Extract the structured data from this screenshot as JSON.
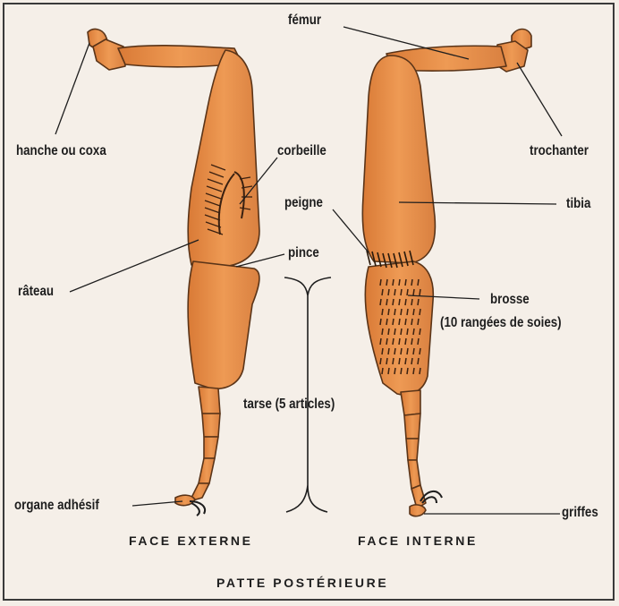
{
  "colors": {
    "leg_fill": "#e8924a",
    "leg_stroke": "#5a3418",
    "text": "#1e1e1e",
    "background": "#f5efe8"
  },
  "labels": {
    "femur": "fémur",
    "hanche": "hanche ou coxa",
    "trochanter": "trochanter",
    "corbeille": "corbeille",
    "peigne": "peigne",
    "tibia": "tibia",
    "pince": "pince",
    "rateau": "râteau",
    "brosse": "brosse",
    "brosse_sub": "(10 rangées de soies)",
    "tarse": "tarse (5 articles)",
    "organe": "organe adhésif",
    "griffes": "griffes"
  },
  "captions": {
    "face_externe": "FACE EXTERNE",
    "face_interne": "FACE INTERNE",
    "title": "PATTE POSTÉRIEURE"
  }
}
